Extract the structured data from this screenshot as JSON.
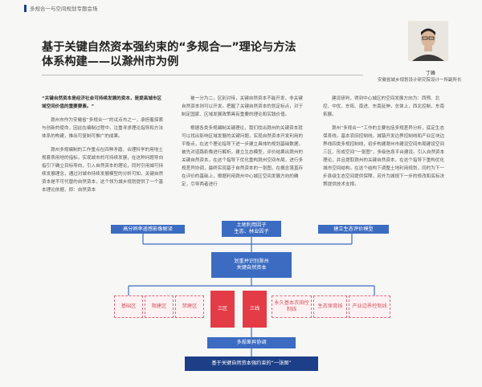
{
  "header": {
    "section": "多规合一与空间规划专题会场"
  },
  "article": {
    "title_line1": "基于关键自然资本强约束的“多规合一”理论与方法",
    "title_line2": "体系构建——以滁州市为例"
  },
  "author": {
    "name": "丁峰",
    "affiliation": "安徽省城乡规划设计研究院设计一所副所长"
  },
  "body": {
    "col1": [
      "“关键自然资本是经济社会可持续发展的资本，是提高城市区域空间价值的重要要素。”",
      "滁州市作为安徽省“多规合一”的试点市之一，承担着探索与创新的使命，因此在编制过程中，注重寻求理论指导和方法体系的构建，推出可复制可推广的成果。",
      "滁州多规编制的工作重点在四种矛盾，合理科学的用地土规套表用地的指标，实现城市的可持续发展，在这种问题导向指引下确立目标导向，引入自然资本的理论，同时引用城可持续发展理念，通过对城市持续发展模型的分析可知，关键自然资本是不可代替的自然资本，这个领为城乡规划提供了一个基本理论依据，即：自然资本"
    ],
    "col2": [
      "被一分为二，区别对待，关键自然资本不能开发，非关键自然资本则可以开发。把握了关键自然资本的划定标点，对于制定国家、区域发展政策具有重要的理论和实践价值。",
      "根据各类多规编制关键理论，我们找出滁州的关键资本就可以找出影响区域发展的关键问题，实现自然资本开发利用的平衡点，在这个理论指导下进一步建立具体的规划基础数据，被先对道路影像进行解析，建立生态模型，评价结果出滁州的关键自然资本，在这个指导下优化重构滁州空间布局，进行多规差异协调，最终实现基于自然资本的一张图，在概念落直存在评价的基础上，根据利用滁州中心城区空间发展方向的确定，引导两者进行"
    ],
    "col3": [
      "建设研判，得到中心城区的空间发展方向为：西预、北控、中优、东拓、南进、东南延伸，总体上，西北控制，东南拓展。",
      "滁州“多规合一”工作的主要包括多规差异分析，底定生态保育线，基本农田控制线，城镇开发边界控制线和产业区块边界线四类多规控制线，初步构建滁州市建设空间布局建设空间三区、形成空间“一张图”，多级信息平台建设。引入自然资本理论，并且提取滁州的关键自然资本，在这个指导下重构优化城市空间结构。在这个结构下调整土地利用规划，同时为下一步县级生态空间提供保障，另外为城规下一步的修改和底标决策提供技术支撑。"
    ]
  },
  "diagram": {
    "top_left": "高分辨率遥感影像解译",
    "top_center": "土地利用因子\n生态、林业因子",
    "top_right": "建立生态评价模型",
    "center": "划重并识别滁州\n关键自然资本",
    "pink_boxes": [
      "基础区",
      "限建区",
      "禁建区",
      "永久基本农田控制线",
      "生态保育线",
      "产业边界控制线"
    ],
    "red_left": "三区",
    "red_right": "三线",
    "bottom": "多规差异协调",
    "final": "基于关键自然资本强约束的“一张图”",
    "colors": {
      "primary": "#3c6cc2",
      "dark": "#1d3f88",
      "accent": "#e33c47",
      "dashed": "#e06a7a"
    }
  }
}
